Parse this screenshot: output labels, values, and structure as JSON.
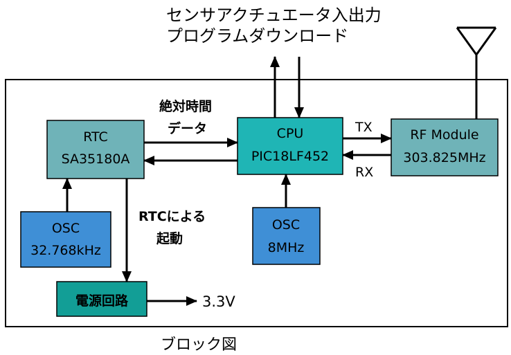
{
  "top_label": {
    "line1": "センサアクチュエータ入出力",
    "line2": "プログラムダウンロード"
  },
  "caption": "ブロック図",
  "blocks": {
    "rtc": {
      "line1": "RTC",
      "line2": "SA35180A",
      "fill": "#6fb3b8"
    },
    "cpu": {
      "line1": "CPU",
      "line2": "PIC18LF452",
      "fill": "#1fb5b5"
    },
    "rf": {
      "line1": "RF Module",
      "line2": "303.825MHz",
      "fill": "#6fb3b8"
    },
    "osc_rtc": {
      "line1": "OSC",
      "line2": "32.768kHz",
      "fill": "#3f8fd6"
    },
    "osc_cpu": {
      "line1": "OSC",
      "line2": "8MHz",
      "fill": "#3f8fd6"
    },
    "power": {
      "label": "電源回路",
      "fill": "#129e96"
    }
  },
  "labels": {
    "abs_time_line1": "絶対時間",
    "abs_time_line2": "データ",
    "tx": "TX",
    "rx": "RX",
    "rtc_wake_line1": "RTCによる",
    "rtc_wake_line2": "起動",
    "voltage": "3.3V"
  }
}
